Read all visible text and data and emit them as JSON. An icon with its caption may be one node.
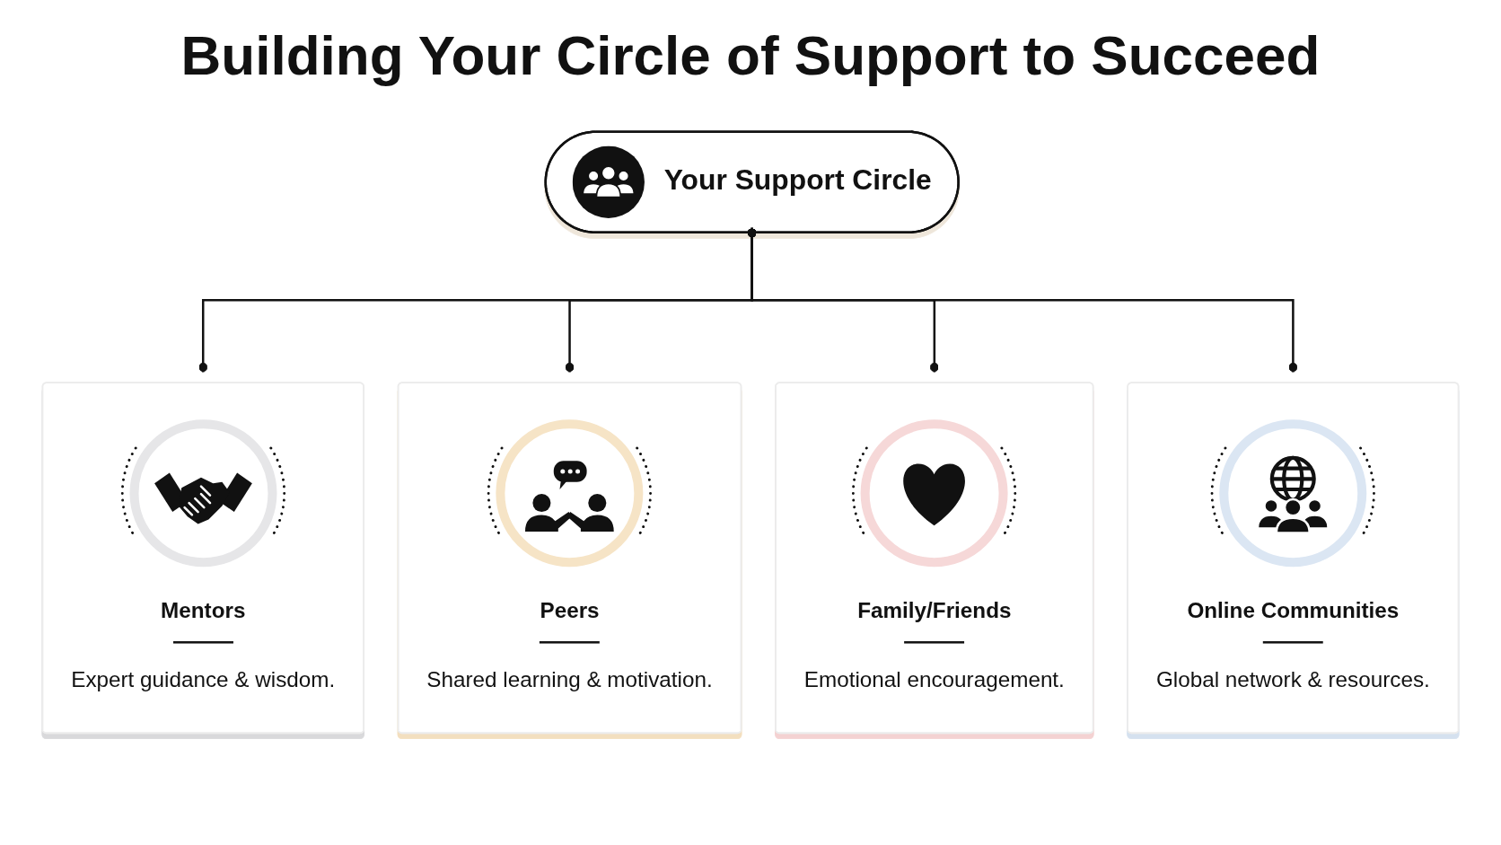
{
  "diagram": {
    "title": "Building Your Circle of Support to Succeed",
    "nodes": [
      {
        "text": [
          "Your Support Circle"
        ]
      },
      {
        "text": [
          "Mentors",
          "Expert guidance & wisdom."
        ]
      },
      {
        "text": [
          "Peers",
          "Shared learning & motivation."
        ]
      },
      {
        "text": [
          "Family/Friends",
          "Emotional encouragement."
        ]
      },
      {
        "text": [
          "Online Communities",
          "Global network & resources."
        ]
      }
    ],
    "edges": [
      {
        "from": 0,
        "to": 1,
        "arrow": "other"
      },
      {
        "from": 0,
        "to": 2,
        "arrow": "other"
      },
      {
        "from": 0,
        "to": 3,
        "arrow": "other"
      },
      {
        "from": 0,
        "to": 4,
        "arrow": "other"
      }
    ]
  }
}
